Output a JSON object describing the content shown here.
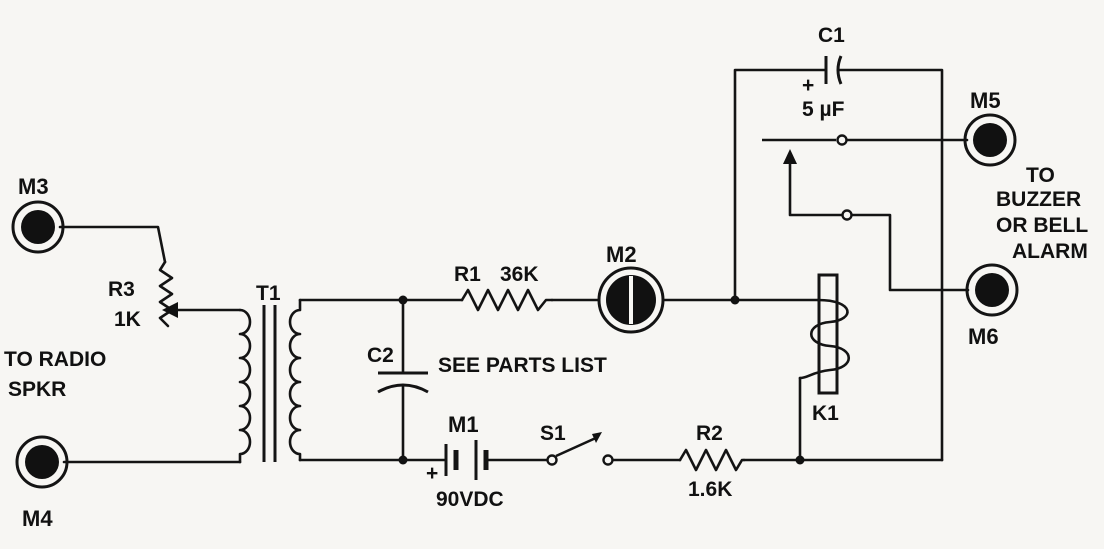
{
  "labels": {
    "m3": "M3",
    "m4": "M4",
    "m5": "M5",
    "m6": "M6",
    "m2": "M2",
    "m1": "M1",
    "r3": "R3",
    "r3_value": "1K",
    "t1": "T1",
    "r1": "R1",
    "r1_value": "36K",
    "c1": "C1",
    "c1_value": "5 µF",
    "c1_plus": "+",
    "c2": "C2",
    "c2_note": "SEE PARTS LIST",
    "m1_plus": "+",
    "m1_value": "90VDC",
    "s1": "S1",
    "r2": "R2",
    "r2_value": "1.6K",
    "k1": "K1",
    "radio_line1": "TO RADIO",
    "radio_line2": "SPKR",
    "alarm_line1": "TO",
    "alarm_line2": "BUZZER",
    "alarm_line3": "OR BELL",
    "alarm_line4": "ALARM"
  }
}
